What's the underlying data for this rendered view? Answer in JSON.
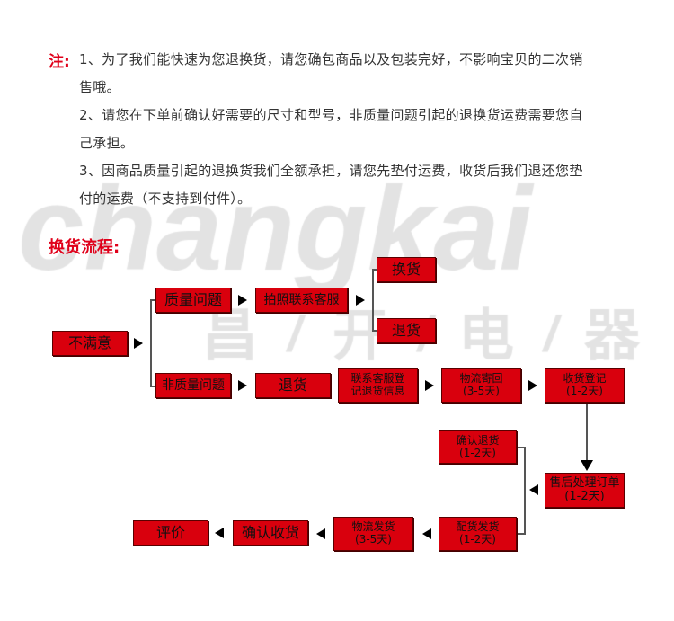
{
  "watermark": {
    "en": "changkai",
    "cn": [
      "昌",
      "开",
      "电",
      "器"
    ]
  },
  "notes": {
    "label": "注:",
    "lines": [
      "1、为了我们能快速为您退换货，请您确包商品以及包装完好，不影响宝贝的二次销",
      "售哦。",
      "2、请您在下单前确认好需要的尺寸和型号，非质量问题引起的退换货运费需要您自",
      "己承担。",
      "3、因商品质量引起的退换货我们全额承担，请您先垫付运费，收货后我们退还您垫",
      "付的运费（不支持到付件）。"
    ]
  },
  "flow": {
    "title": "换货流程:",
    "unsatisfied": "不满意",
    "quality_issue": "质量问题",
    "photo_contact": "拍照联系客服",
    "exchange": "换货",
    "return_a": "退货",
    "non_quality_issue": "非质量问题",
    "return_b": "退货",
    "register": [
      "联系客服登",
      "记退货信息"
    ],
    "ship_back": [
      "物流寄回",
      "(3-5天)"
    ],
    "receive_register": [
      "收货登记",
      "(1-2天)"
    ],
    "process_order": [
      "售后处理订单",
      "(1-2天)"
    ],
    "confirm_return": [
      "确认退货",
      "(1-2天)"
    ],
    "pick_ship": [
      "配货发货",
      "(1-2天)"
    ],
    "logistics_ship": [
      "物流发货",
      "(3-5天)"
    ],
    "confirm_receipt": "确认收货",
    "review": "评价"
  }
}
